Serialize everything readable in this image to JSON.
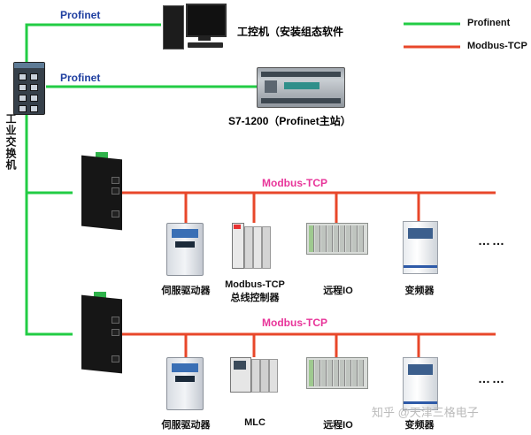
{
  "legend": {
    "profinet_label": "Profinent",
    "modbus_label": "Modbus-TCP",
    "profinet_color": "#22cc44",
    "modbus_color": "#e8472a"
  },
  "top_links": {
    "link1_label": "Profinet",
    "link2_label": "Profinet"
  },
  "devices": {
    "pc_label": "工控机（安装组态软件",
    "plc_label": "S7-1200（Profinet主站）",
    "switch_label": "工业交换机"
  },
  "bus1": {
    "label": "Modbus-TCP",
    "items": [
      {
        "label": "伺服驱动器"
      },
      {
        "label": "Modbus-TCP\n总线控制器"
      },
      {
        "label": "远程IO"
      },
      {
        "label": "变频器"
      }
    ],
    "ellipsis": "……"
  },
  "bus2": {
    "label": "Modbus-TCP",
    "items": [
      {
        "label": "伺服驱动器"
      },
      {
        "label": "MLC"
      },
      {
        "label": "远程IO"
      },
      {
        "label": "变频器"
      }
    ],
    "ellipsis": "……"
  },
  "watermark": "知乎 @天津三格电子"
}
